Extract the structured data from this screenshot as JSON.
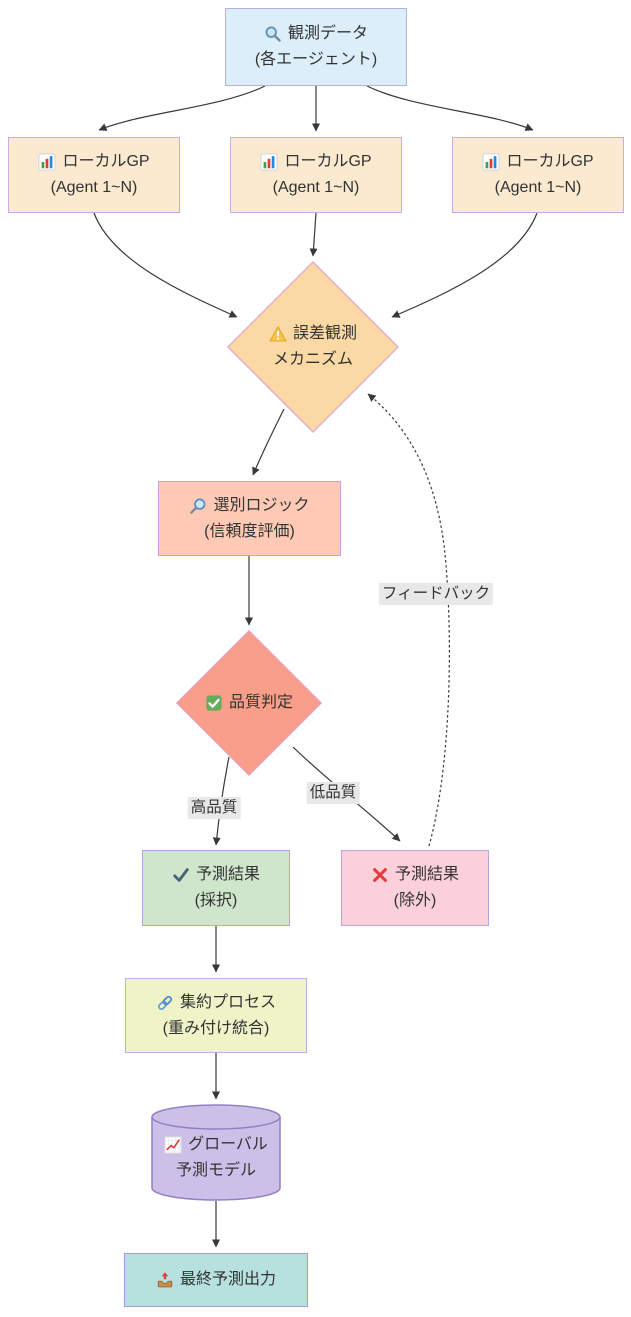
{
  "diagram": {
    "type": "flowchart-top-down",
    "background": "#ffffff",
    "edge_color": "#383838",
    "label_bg": "#e8e8e8",
    "text_color": "#333333"
  },
  "nodes": {
    "observation": {
      "icon": "magnifier-icon",
      "title": "観測データ",
      "subtitle": "(各エージェント)",
      "shape": "rect",
      "fill": "#dbeefa",
      "stroke": "#b3b3dd"
    },
    "local_gp": {
      "icon": "bar-chart-icon",
      "title": "ローカルGP",
      "subtitle": "(Agent 1~N)",
      "shape": "rect",
      "fill": "#fbe9d0",
      "stroke": "#c5aede"
    },
    "error_mechanism": {
      "icon": "warning-icon",
      "title": "誤差観測",
      "subtitle": "メカニズム",
      "shape": "diamond",
      "fill": "#fbd9a5",
      "stroke": "#e3aecb"
    },
    "selection_logic": {
      "icon": "magnifier-left-icon",
      "title": "選別ロジック",
      "subtitle": "(信頼度評価)",
      "shape": "rect",
      "fill": "#fec9b5",
      "stroke": "#cf9ed6"
    },
    "quality_check": {
      "icon": "check-box-icon",
      "title": "品質判定",
      "shape": "diamond",
      "fill": "#f99e88",
      "stroke": "#e8a0ba"
    },
    "adopted": {
      "icon": "check-mark-icon",
      "title": "予測結果",
      "subtitle": "(採択)",
      "shape": "rect",
      "fill": "#cfe6cd",
      "stroke": "#b2a1d9"
    },
    "excluded": {
      "icon": "cross-mark-icon",
      "title": "予測結果",
      "subtitle": "(除外)",
      "shape": "rect",
      "fill": "#fbd0da",
      "stroke": "#b9a4de"
    },
    "aggregation": {
      "icon": "link-icon",
      "title": "集約プロセス",
      "subtitle": "(重み付け統合)",
      "shape": "rect",
      "fill": "#eef3c8",
      "stroke": "#bdb0e0"
    },
    "global_model": {
      "icon": "chart-increasing-icon",
      "title": "グローバル",
      "subtitle": "予測モデル",
      "shape": "cylinder",
      "fill": "#cdc0e8",
      "stroke": "#9181c4"
    },
    "final_output": {
      "icon": "outbox-icon",
      "title": "最終予測出力",
      "shape": "rect",
      "fill": "#b6e1de",
      "stroke": "#a79ad8"
    }
  },
  "edge_labels": {
    "high_quality": "高品質",
    "low_quality": "低品質",
    "feedback": "フィードバック"
  },
  "edges": [
    {
      "from": "observation",
      "to": "local_gp_1"
    },
    {
      "from": "observation",
      "to": "local_gp_2"
    },
    {
      "from": "observation",
      "to": "local_gp_3"
    },
    {
      "from": "local_gp_1",
      "to": "error_mechanism"
    },
    {
      "from": "local_gp_2",
      "to": "error_mechanism"
    },
    {
      "from": "local_gp_3",
      "to": "error_mechanism"
    },
    {
      "from": "error_mechanism",
      "to": "selection_logic"
    },
    {
      "from": "selection_logic",
      "to": "quality_check"
    },
    {
      "from": "quality_check",
      "to": "adopted",
      "label": "高品質"
    },
    {
      "from": "quality_check",
      "to": "excluded",
      "label": "低品質"
    },
    {
      "from": "excluded",
      "to": "error_mechanism",
      "label": "フィードバック",
      "style": "dotted"
    },
    {
      "from": "adopted",
      "to": "aggregation"
    },
    {
      "from": "aggregation",
      "to": "global_model"
    },
    {
      "from": "global_model",
      "to": "final_output"
    }
  ]
}
